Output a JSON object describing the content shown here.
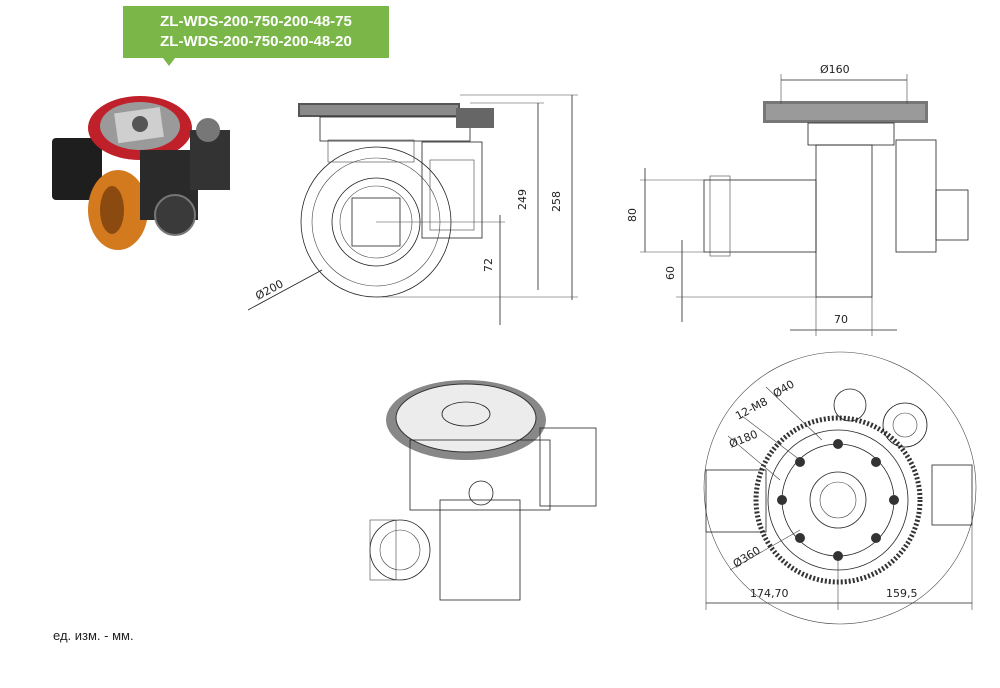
{
  "models": [
    "ZL-WDS-200-750-200-48-75",
    "ZL-WDS-200-750-200-48-20"
  ],
  "units_note": "ед. изм. - мм.",
  "colors": {
    "badge": "#7ab648",
    "wheel_tread": "#d47a1e",
    "flange_red": "#c0202a",
    "motor_body": "#2a2a2a"
  },
  "dimensions": {
    "side_view": {
      "diameter": "Ø200",
      "height_total": "258",
      "height_mid": "249",
      "axle_height": "72"
    },
    "front_view": {
      "top_diameter": "Ø160",
      "motor_height": "80",
      "axle_offset": "60",
      "wheel_width": "70"
    },
    "top_view": {
      "bolt_hole": "Ø40",
      "bolts": "12-M8",
      "bolt_circle": "Ø180",
      "outer_diameter": "Ø360",
      "left_offset": "174,70",
      "right_offset": "159,5"
    }
  }
}
